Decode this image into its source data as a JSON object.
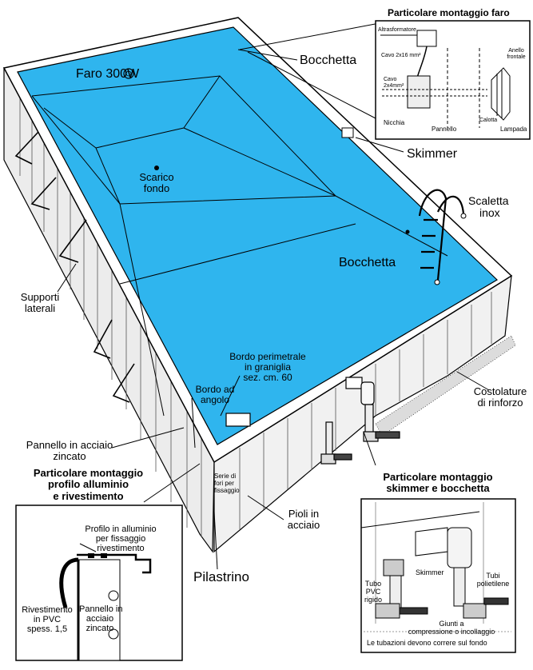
{
  "labels": {
    "faro": "Faro 300W",
    "bocchetta_top": "Bocchetta",
    "skimmer": "Skimmer",
    "scarico_1": "Scarico",
    "scarico_2": "fondo",
    "scaletta_1": "Scaletta",
    "scaletta_2": "inox",
    "bocchetta_mid": "Bocchetta",
    "supporti_1": "Supporti",
    "supporti_2": "laterali",
    "bordo_perim_1": "Bordo perimetrale",
    "bordo_perim_2": "in graniglia",
    "bordo_perim_3": "sez. cm. 60",
    "bordo_angolo_1": "Bordo ad",
    "bordo_angolo_2": "angolo",
    "costolature_1": "Costolature",
    "costolature_2": "di rinforzo",
    "pannello_1": "Pannello in acciaio",
    "pannello_2": "zincato",
    "serie_fori_1": "Serie di",
    "serie_fori_2": "fori per",
    "serie_fori_3": "fissaggio",
    "pioli_1": "Pioli in",
    "pioli_2": "acciaio",
    "pilastrino": "Pilastrino"
  },
  "faro_detail": {
    "title": "Particolare montaggio faro",
    "trasformatore": "Altrasformatore",
    "cavo1": "Cavo 2x16 mm²",
    "cavo2_1": "Cavo",
    "cavo2_2": "2x4mm²",
    "anello_1": "Anello",
    "anello_2": "frontale",
    "nicchia": "Nicchia",
    "pannello": "Pannello",
    "calotta": "Calotta",
    "lampada": "Lampada"
  },
  "profilo_detail": {
    "title_1": "Particolare montaggio",
    "title_2": "profilo alluminio",
    "title_3": "e rivestimento",
    "profilo_1": "Profilo in alluminio",
    "profilo_2": "per fissaggio",
    "profilo_3": "rivestimento",
    "rivest_1": "Rivestimento",
    "rivest_2": "in PVC",
    "rivest_3": "spess. 1,5",
    "pann_1": "Pannello in",
    "pann_2": "acciaio",
    "pann_3": "zincato"
  },
  "skimmer_detail": {
    "title_1": "Particolare montaggio",
    "title_2": "skimmer e bocchetta",
    "skimmer": "Skimmer",
    "tubo_1": "Tubo",
    "tubo_2": "PVC",
    "tubo_3": "rigido",
    "tubi_1": "Tubi",
    "tubi_2": "polietilene",
    "giunti_1": "Giunti a",
    "giunti_2": "compressione o incollaggio",
    "nota": "Le tubazioni devono correre sul fondo"
  },
  "colors": {
    "water": "#2fb5ee",
    "outline": "#000000",
    "panel": "#f4f4f4"
  }
}
